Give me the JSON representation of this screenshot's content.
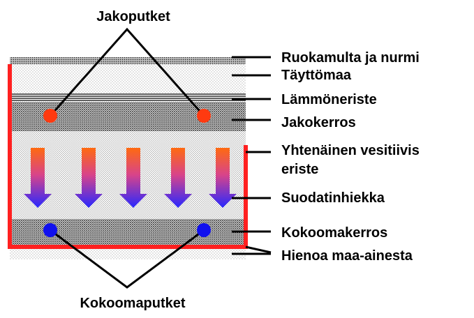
{
  "labels": {
    "top_pipes": "Jakoputket",
    "bottom_pipes": "Kokoomaputket",
    "layers": [
      "Ruokamulta ja nurmi",
      "Täyttömaa",
      "Lämmöneriste",
      "Jakokerros",
      "Yhtenäinen vesitiivis",
      "eriste",
      "Suodatinhiekka",
      "Kokoomakerros",
      "Hienoa maa-ainesta"
    ]
  },
  "colors": {
    "liner": "#ff2020",
    "distribution_pipe": "#ff3a10",
    "collection_pipe": "#1010ee",
    "arrow_top": "#ff6a10",
    "arrow_bottom": "#2828ff"
  }
}
